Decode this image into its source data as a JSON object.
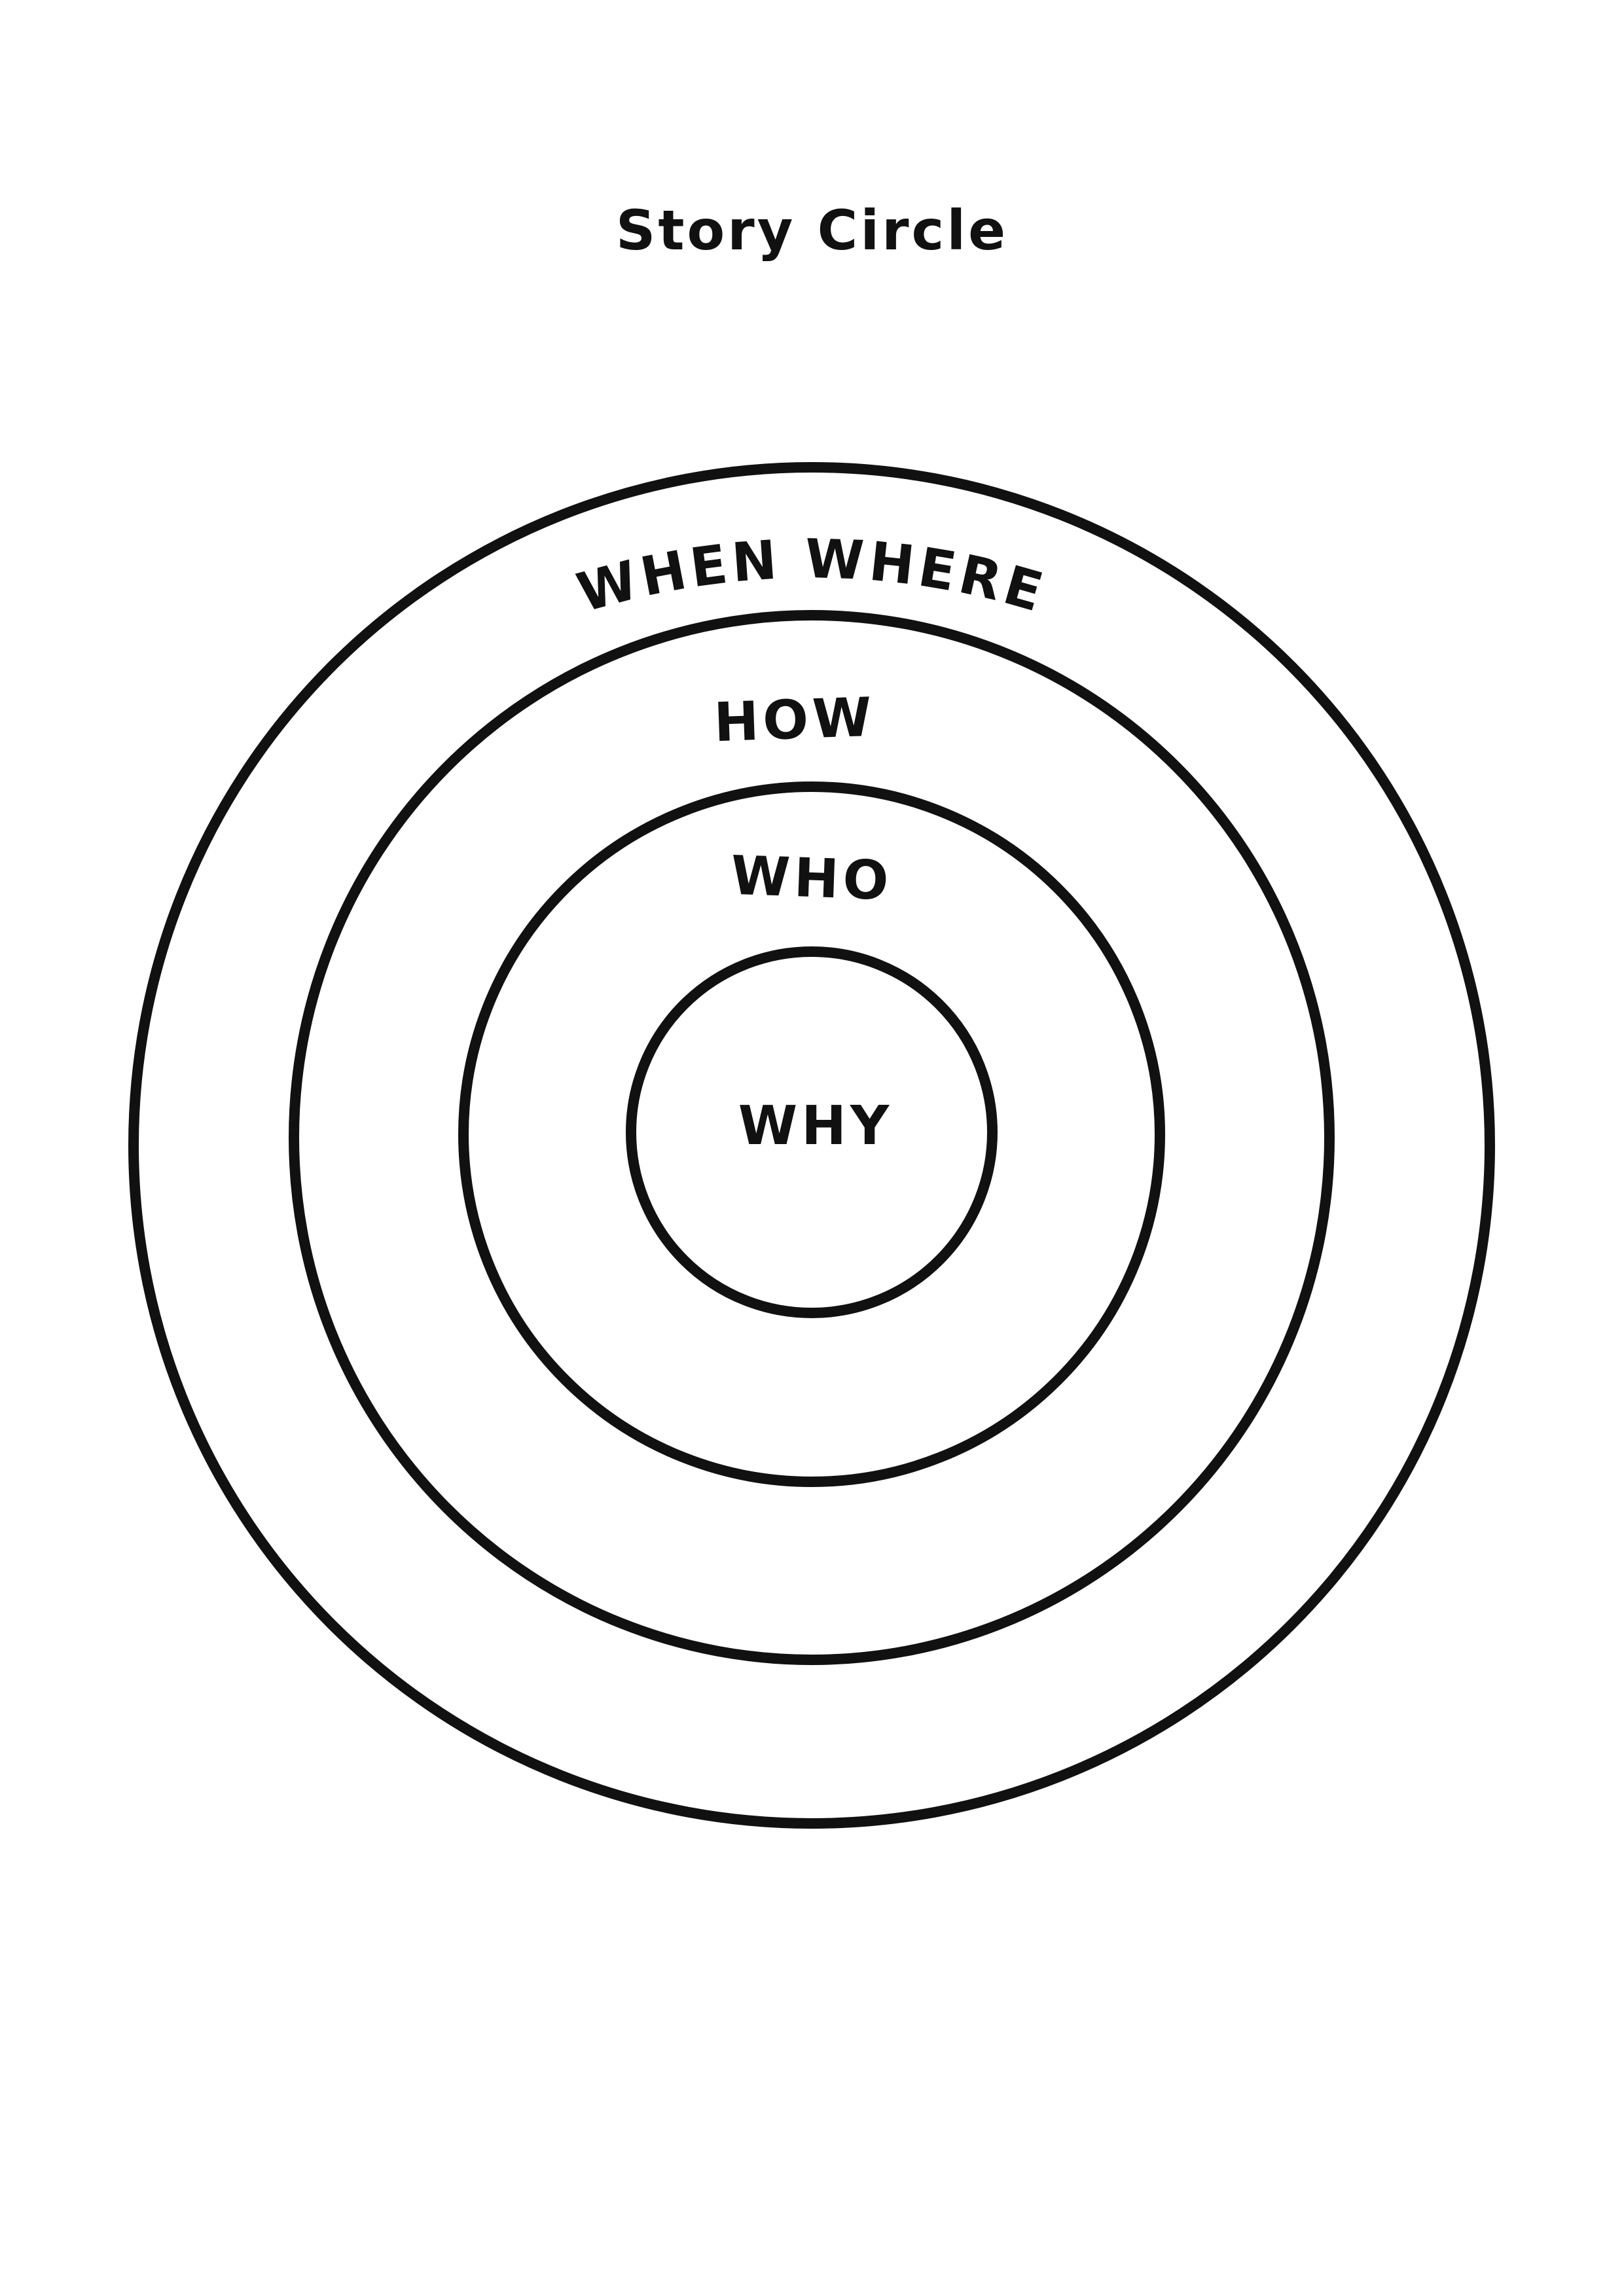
{
  "title": "Story Circle",
  "rings": [
    {
      "label": "WHEN WHERE"
    },
    {
      "label": "HOW"
    },
    {
      "label": "WHO"
    },
    {
      "label": "WHY"
    }
  ],
  "colors": {
    "stroke": "#111111",
    "text": "#111111",
    "background": "#ffffff"
  }
}
